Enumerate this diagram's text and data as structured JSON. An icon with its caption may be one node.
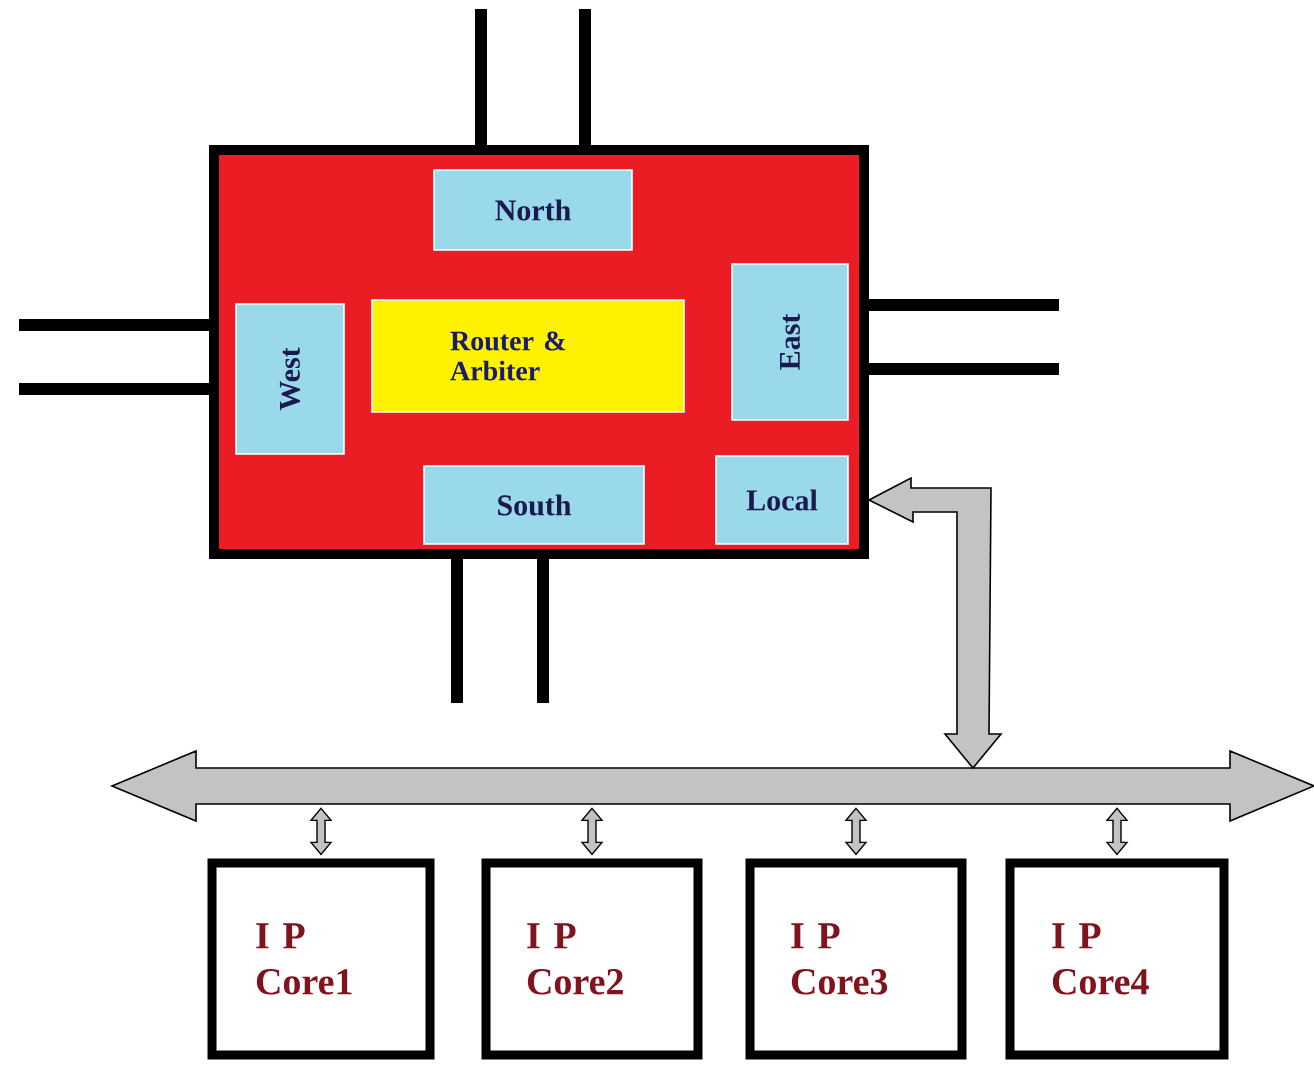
{
  "diagram": {
    "nodes": [
      {
        "text": [],
        "shape": "box"
      },
      {
        "text": [
          "North"
        ],
        "in": 0
      },
      {
        "text": [
          "West"
        ],
        "in": 0
      },
      {
        "text": [
          "Router & Arbiter"
        ],
        "in": 0
      },
      {
        "text": [
          "East"
        ],
        "in": 0
      },
      {
        "text": [
          "South"
        ],
        "in": 0
      },
      {
        "text": [
          "Local"
        ],
        "in": 0
      },
      {
        "text": [],
        "shape": "bar"
      },
      {
        "text": [
          "I P Core1"
        ]
      },
      {
        "text": [
          "I P Core2"
        ]
      },
      {
        "text": [
          "I P Core3"
        ]
      },
      {
        "text": [
          "I P Core4"
        ]
      }
    ],
    "edges": [
      {
        "from": 0,
        "to": null,
        "arrow": "none"
      },
      {
        "from": 0,
        "to": null,
        "arrow": "none"
      },
      {
        "from": 0,
        "to": null,
        "arrow": "none"
      },
      {
        "from": 0,
        "to": null,
        "arrow": "none"
      },
      {
        "from": 0,
        "to": null,
        "arrow": "none"
      },
      {
        "from": 0,
        "to": null,
        "arrow": "none"
      },
      {
        "from": 0,
        "to": null,
        "arrow": "none"
      },
      {
        "from": 0,
        "to": null,
        "arrow": "none"
      },
      {
        "from": 6,
        "to": 7,
        "arrow": "both"
      },
      {
        "from": 7,
        "to": 8,
        "arrow": "both"
      },
      {
        "from": 7,
        "to": 9,
        "arrow": "both"
      },
      {
        "from": 7,
        "to": 10,
        "arrow": "both"
      },
      {
        "from": 7,
        "to": 11,
        "arrow": "both"
      }
    ]
  }
}
